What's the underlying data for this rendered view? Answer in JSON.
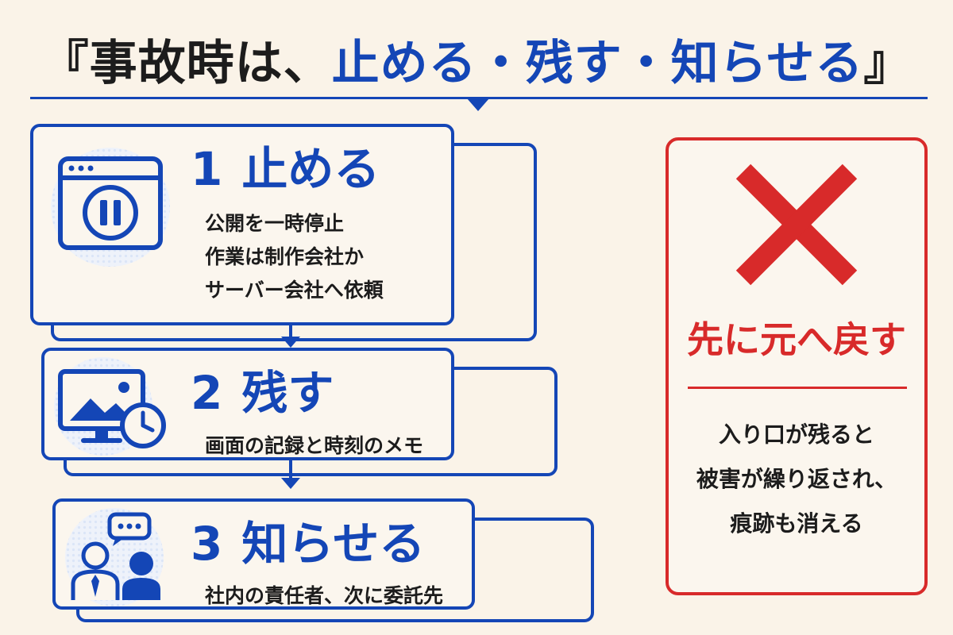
{
  "title": {
    "open_bracket": "『",
    "lead": "事故時は、",
    "highlight": "止める・残す・知らせる",
    "close_bracket": "』"
  },
  "steps": [
    {
      "number": "1",
      "label": "止める",
      "icon": "browser-pause-icon",
      "lines": [
        "公開を一時停止",
        "作業は制作会社か",
        "サーバー会社へ依頼"
      ]
    },
    {
      "number": "2",
      "label": "残す",
      "icon": "monitor-clock-icon",
      "lines": [
        "画面の記録と時刻のメモ"
      ]
    },
    {
      "number": "3",
      "label": "知らせる",
      "icon": "people-chat-icon",
      "lines": [
        "社内の責任者、次に委託先"
      ]
    }
  ],
  "warning": {
    "icon": "cross-mark-icon",
    "title": "先に元へ戻す",
    "lines": [
      "入り口が残ると",
      "被害が繰り返され、",
      "痕跡も消える"
    ]
  },
  "colors": {
    "accent_blue": "#1446b6",
    "warning_red": "#d82a2a",
    "background": "#faf3e8"
  }
}
